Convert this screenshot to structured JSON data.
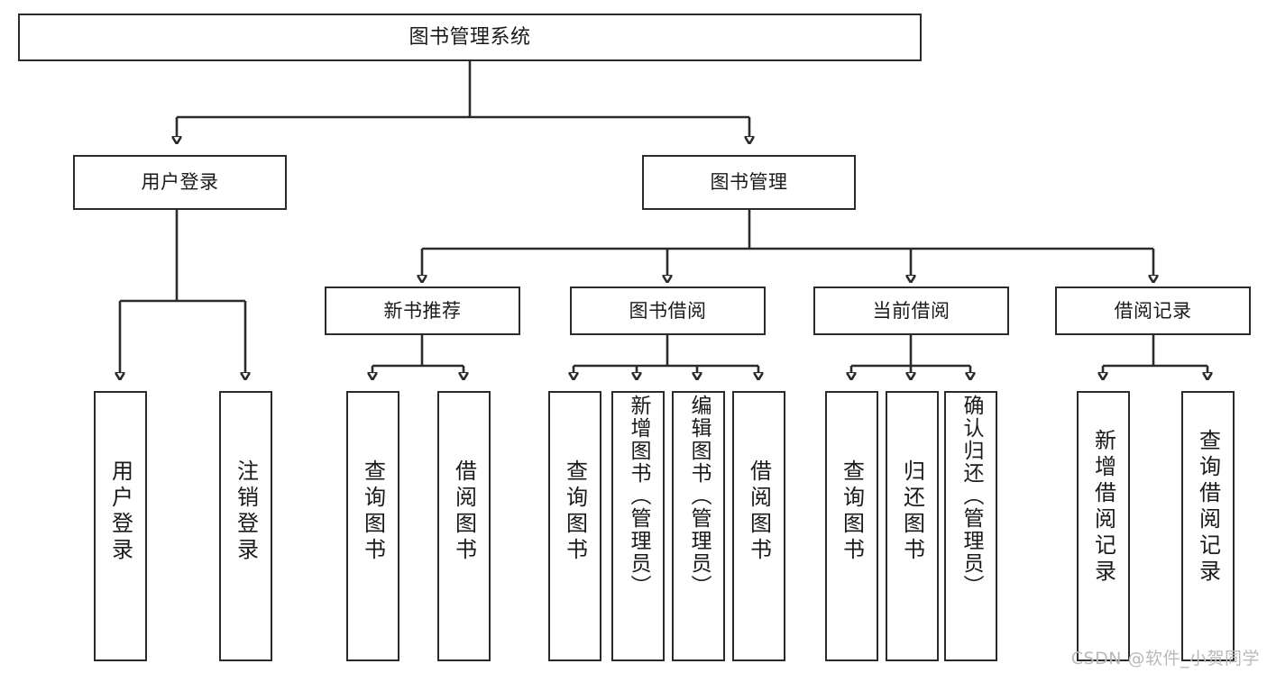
{
  "diagram": {
    "title": "图书管理系统",
    "type": "tree-hierarchy",
    "root": {
      "label": "图书管理系统"
    },
    "level2": [
      {
        "id": "user-login",
        "label": "用户登录"
      },
      {
        "id": "book-manage",
        "label": "图书管理"
      }
    ],
    "level3": [
      {
        "id": "new-book-recommend",
        "label": "新书推荐",
        "parent": "book-manage"
      },
      {
        "id": "book-borrow",
        "label": "图书借阅",
        "parent": "book-manage"
      },
      {
        "id": "current-borrow",
        "label": "当前借阅",
        "parent": "book-manage"
      },
      {
        "id": "borrow-record",
        "label": "借阅记录",
        "parent": "book-manage"
      }
    ],
    "leaves": [
      {
        "id": "leaf-user-login",
        "label": "用户登录",
        "parent": "user-login"
      },
      {
        "id": "leaf-logout-login",
        "label": "注销登录",
        "parent": "user-login"
      },
      {
        "id": "leaf-query-book-1",
        "label": "查询图书",
        "parent": "new-book-recommend"
      },
      {
        "id": "leaf-borrow-book-1",
        "label": "借阅图书",
        "parent": "new-book-recommend"
      },
      {
        "id": "leaf-query-book-2",
        "label": "查询图书",
        "parent": "book-borrow"
      },
      {
        "id": "leaf-add-book",
        "label": "新增图书（管理员）",
        "parent": "book-borrow"
      },
      {
        "id": "leaf-edit-book",
        "label": "编辑图书（管理员）",
        "parent": "book-borrow"
      },
      {
        "id": "leaf-borrow-book-2",
        "label": "借阅图书",
        "parent": "book-borrow"
      },
      {
        "id": "leaf-query-book-3",
        "label": "查询图书",
        "parent": "current-borrow"
      },
      {
        "id": "leaf-return-book",
        "label": "归还图书",
        "parent": "current-borrow"
      },
      {
        "id": "leaf-confirm-return",
        "label": "确认归还（管理员）",
        "parent": "current-borrow"
      },
      {
        "id": "leaf-add-record",
        "label": "新增借阅记录",
        "parent": "borrow-record"
      },
      {
        "id": "leaf-query-record",
        "label": "查询借阅记录",
        "parent": "borrow-record"
      }
    ],
    "colors": {
      "stroke": "#2b2b2b",
      "fill": "#ffffff",
      "text": "#1a1a1a",
      "watermark": "#b9b9b9"
    }
  },
  "watermark": {
    "text": "CSDN @软件_小贺同学"
  }
}
